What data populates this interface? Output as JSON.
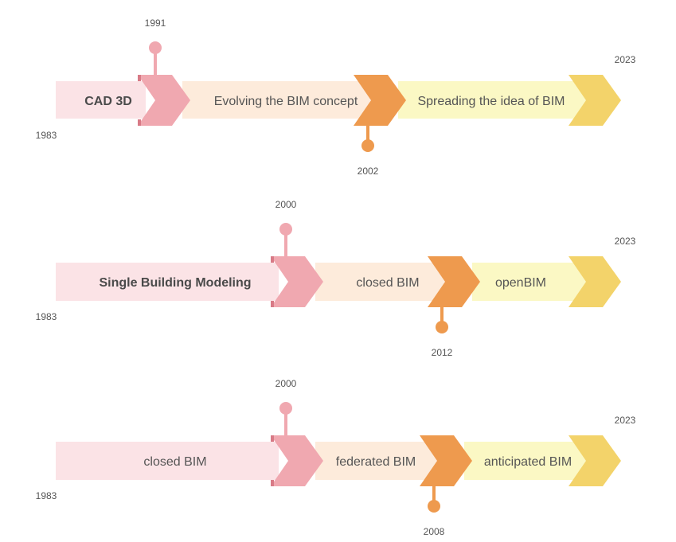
{
  "colors": {
    "pink_band": "#fbe3e6",
    "pink_arrow": "#f0a8b0",
    "pink_arrow_dark": "#d87a86",
    "peach_band": "#fdebdb",
    "orange_arrow": "#ee9a4e",
    "orange_dark": "#d97c34",
    "yellow_band": "#fbf8c4",
    "gold_arrow": "#f3d36a",
    "gold_dark": "#e1b84c",
    "text": "#555555"
  },
  "timelines": [
    {
      "start_year": "1983",
      "end_year": "2023",
      "segments": [
        {
          "label": "CAD 3D",
          "bold": true
        },
        {
          "label": "Evolving the BIM concept",
          "bold": false
        },
        {
          "label": "Spreading the idea of BIM",
          "bold": false
        }
      ],
      "milestones": [
        {
          "year": "1991",
          "position": "above"
        },
        {
          "year": "2002",
          "position": "below"
        }
      ]
    },
    {
      "start_year": "1983",
      "end_year": "2023",
      "segments": [
        {
          "label": "Single Building Modeling",
          "bold": true
        },
        {
          "label": "closed BIM",
          "bold": false
        },
        {
          "label": "openBIM",
          "bold": false
        }
      ],
      "milestones": [
        {
          "year": "2000",
          "position": "above"
        },
        {
          "year": "2012",
          "position": "below"
        }
      ]
    },
    {
      "start_year": "1983",
      "end_year": "2023",
      "segments": [
        {
          "label": "closed BIM",
          "bold": false
        },
        {
          "label": "federated BIM",
          "bold": false
        },
        {
          "label": "anticipated BIM",
          "bold": false
        }
      ],
      "milestones": [
        {
          "year": "2000",
          "position": "above"
        },
        {
          "year": "2008",
          "position": "below"
        }
      ]
    }
  ]
}
